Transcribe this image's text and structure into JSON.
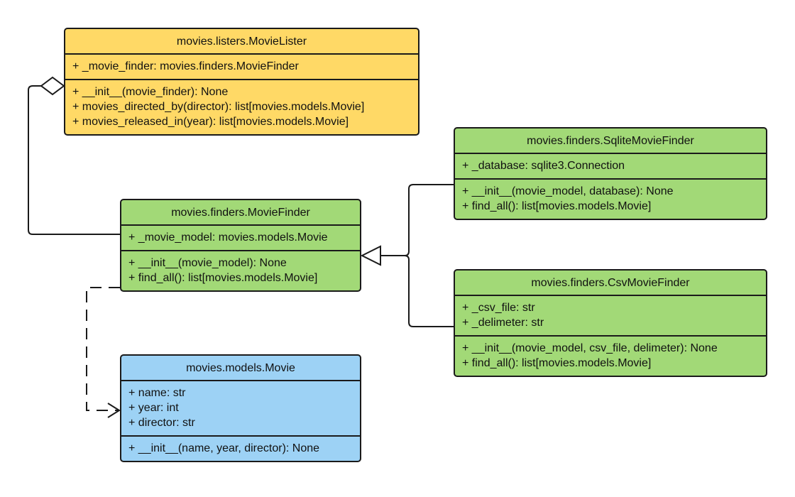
{
  "classes": {
    "movie_lister": {
      "name": "movies.listers.MovieLister",
      "attributes": [
        "+ _movie_finder: movies.finders.MovieFinder"
      ],
      "methods": [
        "+ __init__(movie_finder): None",
        "+ movies_directed_by(director): list[movies.models.Movie]",
        "+ movies_released_in(year): list[movies.models.Movie]"
      ],
      "fill": "#ffd966"
    },
    "movie_finder": {
      "name": "movies.finders.MovieFinder",
      "attributes": [
        "+ _movie_model: movies.models.Movie"
      ],
      "methods": [
        "+ __init__(movie_model): None",
        "+ find_all(): list[movies.models.Movie]"
      ],
      "fill": "#a2d977"
    },
    "sqlite_finder": {
      "name": "movies.finders.SqliteMovieFinder",
      "attributes": [
        "+ _database: sqlite3.Connection"
      ],
      "methods": [
        "+ __init__(movie_model, database): None",
        "+ find_all(): list[movies.models.Movie]"
      ],
      "fill": "#a2d977"
    },
    "csv_finder": {
      "name": "movies.finders.CsvMovieFinder",
      "attributes": [
        "+ _csv_file: str",
        "+ _delimeter: str"
      ],
      "methods": [
        "+ __init__(movie_model, csv_file, delimeter): None",
        "+ find_all(): list[movies.models.Movie]"
      ],
      "fill": "#a2d977"
    },
    "movie": {
      "name": "movies.models.Movie",
      "attributes": [
        "+ name: str",
        "+ year: int",
        "+ director: str"
      ],
      "methods": [
        "+ __init__(name, year, director): None"
      ],
      "fill": "#9dd2f5"
    }
  },
  "relationships": [
    {
      "type": "aggregation",
      "from": "movies.listers.MovieLister",
      "to": "movies.finders.MovieFinder"
    },
    {
      "type": "generalization",
      "from": "movies.finders.SqliteMovieFinder",
      "to": "movies.finders.MovieFinder"
    },
    {
      "type": "generalization",
      "from": "movies.finders.CsvMovieFinder",
      "to": "movies.finders.MovieFinder"
    },
    {
      "type": "dependency",
      "from": "movies.finders.MovieFinder",
      "to": "movies.models.Movie"
    }
  ],
  "line_color": "#1a1a1a"
}
